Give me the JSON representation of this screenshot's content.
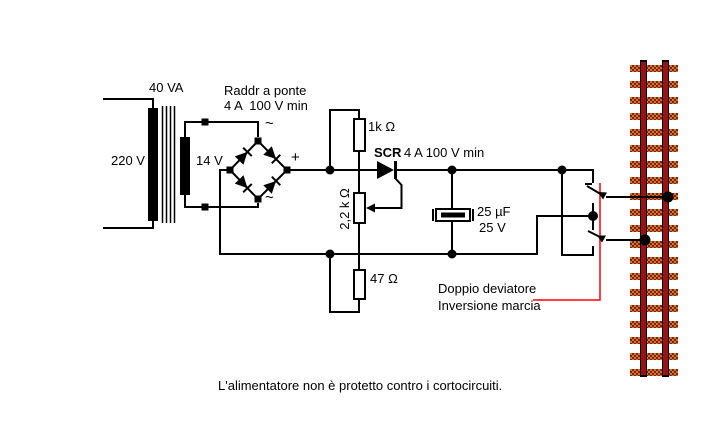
{
  "labels": {
    "transformer_power": "40 VA",
    "primary_voltage": "220 V",
    "secondary_voltage": "14 V",
    "rectifier_line1": "Raddr a ponte",
    "rectifier_line2": "4 A  100 V min",
    "ac_top": "~",
    "ac_bottom": "~",
    "plus": "+",
    "resistor1": "1k Ω",
    "scr_name": "SCR",
    "scr_rating": "4 A 100 V min",
    "potentiometer": "2,2 k Ω",
    "cap_value": "25 µF",
    "cap_voltage": "25 V",
    "resistor2": "47 Ω",
    "switch_line1": "Doppio deviatore",
    "switch_line2": "Inversione marcia",
    "caption": "L'alimentatore non è protetto contro i cortocircuiti."
  },
  "colors": {
    "wire": "#000000",
    "leader": "#ff0000",
    "rail": "#9a1212",
    "tie_light": "#d4762f",
    "tie_dark": "#7c2208",
    "background": "#ffffff"
  },
  "track": {
    "tie_count": 20
  }
}
